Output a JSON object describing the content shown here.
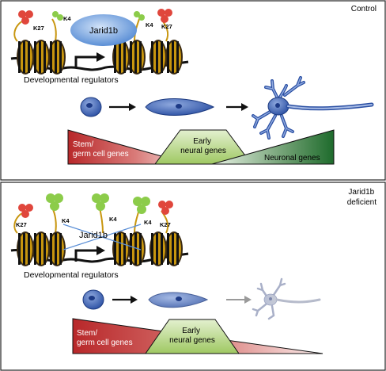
{
  "panels": {
    "control": {
      "condition_label": "Control",
      "marks": {
        "k27_left": "K27",
        "k4_left": "K4",
        "k4_right": "K4",
        "k27_right": "K27"
      },
      "enzyme_label": "Jarid1b",
      "regulators_caption": "Developmental regulators",
      "genes": {
        "stem": "Stem/\ngerm cell genes",
        "early": "Early\nneural genes",
        "neuronal": "Neuronal genes"
      }
    },
    "deficient": {
      "condition_label": "Jarid1b\ndeficient",
      "marks": {
        "k27_left": "K27",
        "k4_left": "K4",
        "k4_mid": "K4",
        "k4_right": "K4",
        "k27_right": "K27"
      },
      "enzyme_label": "Jarid1b",
      "regulators_caption": "Developmental regulators",
      "genes": {
        "stem": "Stem/\ngerm cell genes",
        "early": "Early\nneural genes"
      }
    }
  },
  "colors": {
    "border": "#222222",
    "nucleosome_gold": "#c8960f",
    "dna": "#111111",
    "k27_red": "#e0463c",
    "k4_green": "#8ccc4a",
    "jarid_blue": "#5b8fd6",
    "cell_blue": "#2a4fa3",
    "stem_red": "#b8282a",
    "early_green": "#a4cc68",
    "neuronal_green": "#1e6b2c",
    "faded_gray": "#9a9a9a"
  }
}
